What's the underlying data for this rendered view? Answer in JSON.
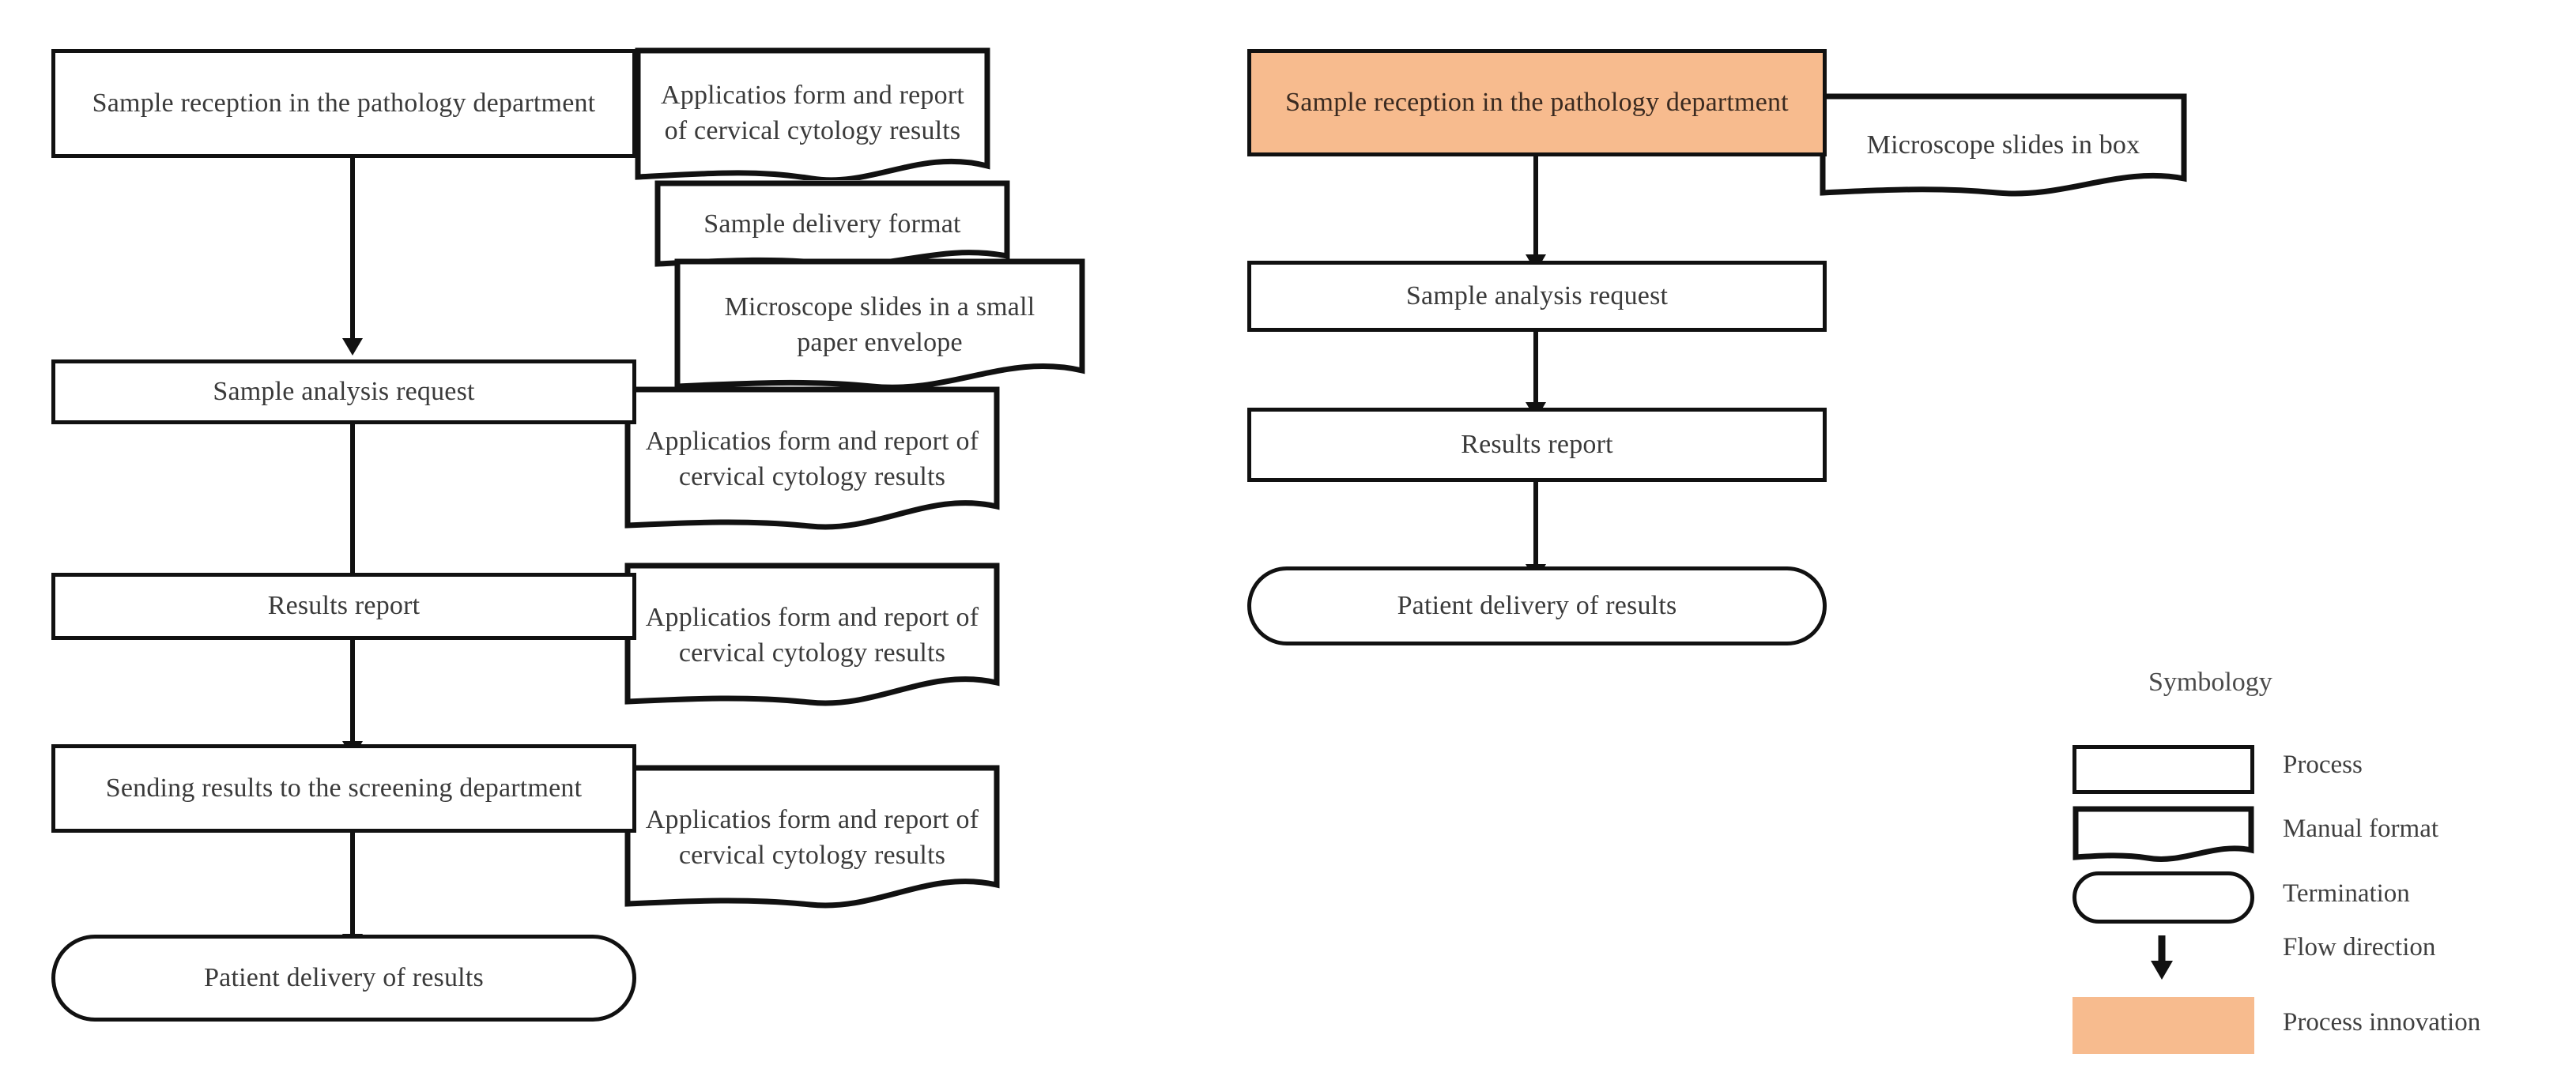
{
  "figure": {
    "type": "process-flowchart",
    "description": "Two side-by-side process flowcharts for cervical cytology sample handling, with a symbology legend."
  },
  "colors": {
    "innovation_fill": "#f7bb8e",
    "stroke": "#111111",
    "text": "#3a3a3a",
    "background": "#ffffff"
  },
  "labels": {
    "sample_reception": "Sample reception in the pathology department",
    "sample_analysis_request": "Sample analysis request",
    "results_report": "Results report",
    "sending_results": "Sending results to the screening department",
    "patient_delivery": "Patient delivery of results",
    "application_form": "Applicatios form and report of cervical cytology results",
    "sample_delivery_format": "Sample delivery format",
    "microscope_slides_envelope": "Microscope slides in a small paper envelope",
    "microscope_slides_box": "Microscope slides in box"
  },
  "left_flow": {
    "name": "current-process",
    "steps": [
      {
        "id": "l-step-1",
        "label": "Sample reception in the pathology department",
        "shape": "process",
        "innovation": false
      },
      {
        "id": "l-step-2",
        "label": "Sample analysis request",
        "shape": "process",
        "innovation": false
      },
      {
        "id": "l-step-3",
        "label": "Results report",
        "shape": "process",
        "innovation": false
      },
      {
        "id": "l-step-4",
        "label": "Sending results to the screening department",
        "shape": "process",
        "innovation": false
      },
      {
        "id": "l-step-5",
        "label": "Patient delivery of results",
        "shape": "termination",
        "innovation": false
      }
    ],
    "documents": [
      {
        "id": "l-doc-1",
        "label": "Applicatios form and report of cervical cytology results",
        "shape": "manual-format"
      },
      {
        "id": "l-doc-2",
        "label": "Sample delivery format",
        "shape": "manual-format"
      },
      {
        "id": "l-doc-3",
        "label": "Microscope slides in a small paper envelope",
        "shape": "manual-format"
      },
      {
        "id": "l-doc-4",
        "label": "Applicatios form and report of cervical cytology results",
        "shape": "manual-format"
      },
      {
        "id": "l-doc-5",
        "label": "Applicatios form and report of cervical cytology results",
        "shape": "manual-format"
      },
      {
        "id": "l-doc-6",
        "label": "Applicatios form and report of cervical cytology results",
        "shape": "manual-format"
      }
    ]
  },
  "right_flow": {
    "name": "innovated-process",
    "steps": [
      {
        "id": "r-step-1",
        "label": "Sample reception in the pathology department",
        "shape": "process",
        "innovation": true
      },
      {
        "id": "r-step-2",
        "label": "Sample analysis request",
        "shape": "process",
        "innovation": false
      },
      {
        "id": "r-step-3",
        "label": "Results report",
        "shape": "process",
        "innovation": false
      },
      {
        "id": "r-step-4",
        "label": "Patient delivery of results",
        "shape": "termination",
        "innovation": false
      }
    ],
    "documents": [
      {
        "id": "r-doc-1",
        "label": "Microscope slides in box",
        "shape": "manual-format"
      }
    ]
  },
  "legend": {
    "title": "Symbology",
    "items": [
      {
        "symbol": "process-rectangle",
        "label": "Process"
      },
      {
        "symbol": "manual-format-document",
        "label": "Manual format"
      },
      {
        "symbol": "termination-rounded",
        "label": "Termination"
      },
      {
        "symbol": "flow-direction-arrow",
        "label": "Flow direction"
      },
      {
        "symbol": "process-innovation-swatch",
        "label": "Process innovation"
      }
    ]
  }
}
